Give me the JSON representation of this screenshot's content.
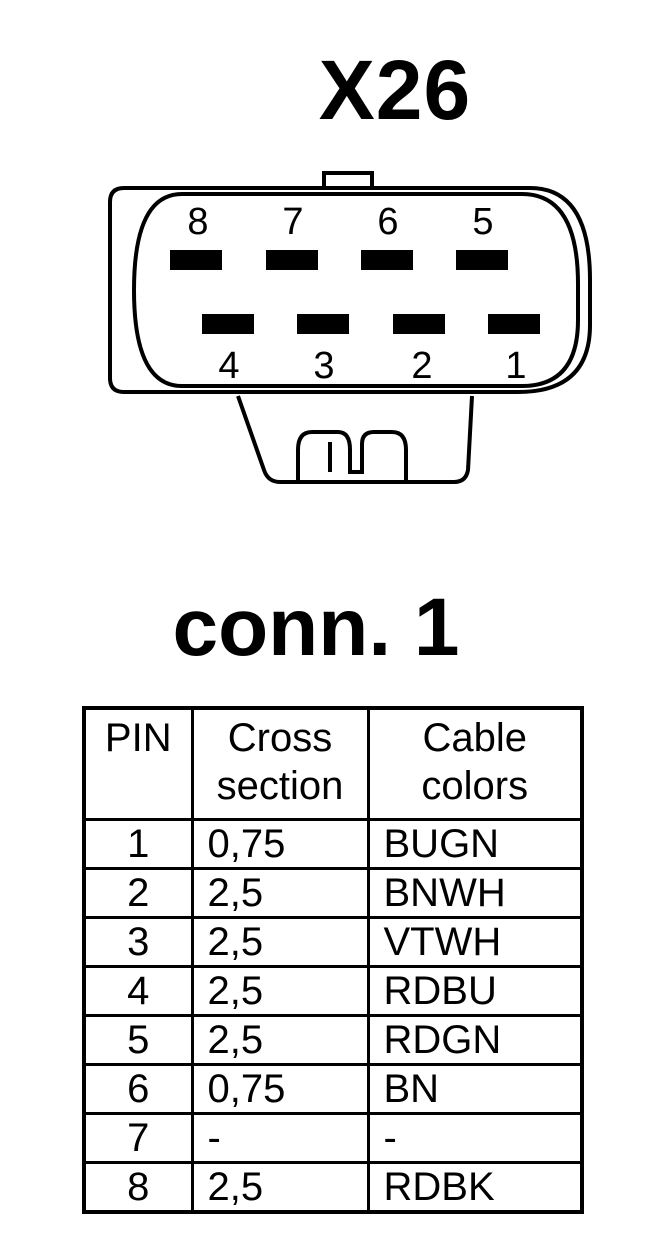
{
  "connector": {
    "id": "X26",
    "top_row_pins": [
      "8",
      "7",
      "6",
      "5"
    ],
    "bottom_row_pins": [
      "4",
      "3",
      "2",
      "1"
    ]
  },
  "section": {
    "title": "conn. 1"
  },
  "table": {
    "headers": {
      "pin": [
        "PIN"
      ],
      "cross_section": [
        "Cross",
        "section"
      ],
      "cable_colors": [
        "Cable",
        "colors"
      ]
    },
    "rows": [
      {
        "pin": "1",
        "cross_section": "0,75",
        "cable_color": "BUGN"
      },
      {
        "pin": "2",
        "cross_section": "2,5",
        "cable_color": "BNWH"
      },
      {
        "pin": "3",
        "cross_section": "2,5",
        "cable_color": "VTWH"
      },
      {
        "pin": "4",
        "cross_section": "2,5",
        "cable_color": "RDBU"
      },
      {
        "pin": "5",
        "cross_section": "2,5",
        "cable_color": "RDGN"
      },
      {
        "pin": "6",
        "cross_section": "0,75",
        "cable_color": "BN"
      },
      {
        "pin": "7",
        "cross_section": "-",
        "cable_color": "-"
      },
      {
        "pin": "8",
        "cross_section": "2,5",
        "cable_color": "RDBK"
      }
    ]
  }
}
